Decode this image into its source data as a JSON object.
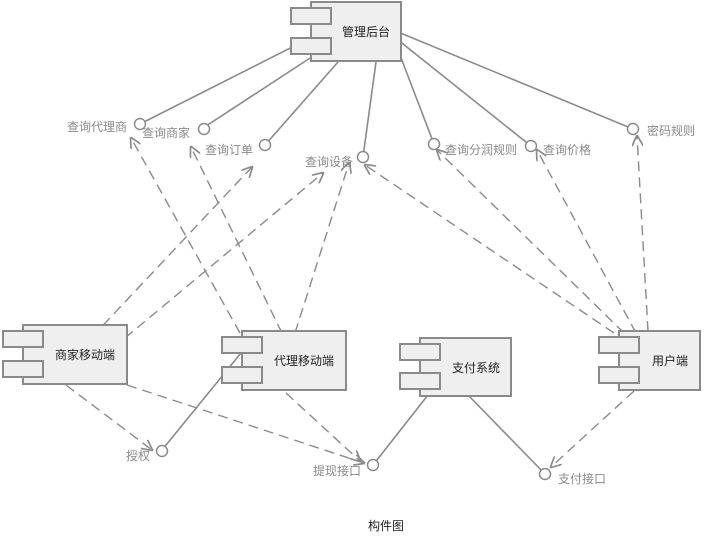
{
  "components": {
    "admin": {
      "label": "管理后台"
    },
    "merchant_mobile": {
      "label": "商家移动端"
    },
    "agent_mobile": {
      "label": "代理移动端"
    },
    "payment_system": {
      "label": "支付系统"
    },
    "user_client": {
      "label": "用户端"
    }
  },
  "interfaces": {
    "query_agent": {
      "label": "查询代理商"
    },
    "query_merchant": {
      "label": "查询商家"
    },
    "query_order": {
      "label": "查询订单"
    },
    "query_device": {
      "label": "查询设备"
    },
    "query_profit_rule": {
      "label": "查询分润规则"
    },
    "query_price": {
      "label": "查询价格"
    },
    "password_rule": {
      "label": "密码规则"
    },
    "authorize": {
      "label": "授权"
    },
    "withdraw_api": {
      "label": "提现接口"
    },
    "payment_api": {
      "label": "支付接口"
    }
  },
  "caption": "构件图",
  "colors": {
    "line": "#8a8a8a",
    "component_fill": "#efefef",
    "interface_text": "#8a8a8a"
  }
}
